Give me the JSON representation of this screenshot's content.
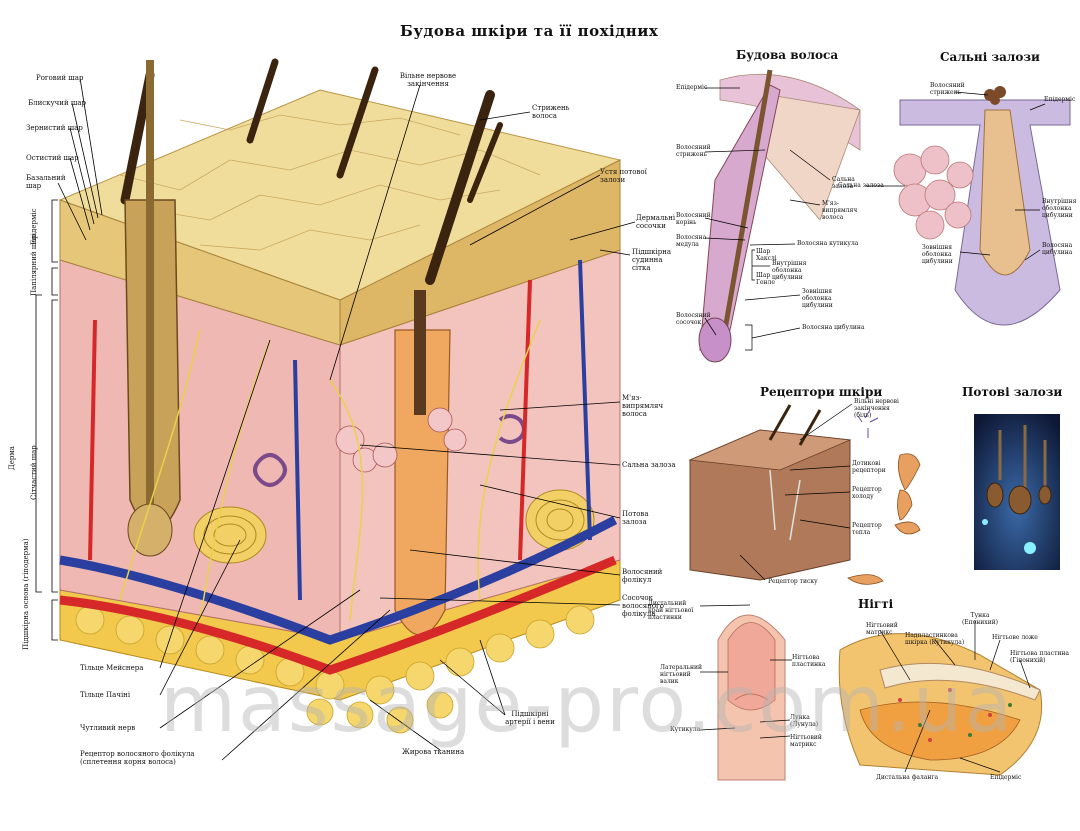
{
  "title": "Будова шкіри та її похідних",
  "sections": {
    "hair": "Будова волоса",
    "sebaceous": "Сальні залози",
    "receptors": "Рецептори шкіри",
    "sweat": "Потові залози",
    "nails": "Нігті"
  },
  "main_labels": [
    "Роговий шар",
    "Блискучий шар",
    "Зернистий шар",
    "Остистий шар",
    "Базальний шар",
    "Вільне нервове закінчення",
    "Стрижень волоса",
    "Устя потової залози",
    "Дермальні сосочки",
    "Підшкірна судинна сітка",
    "М'яз-випрямляч волоса",
    "Сальна залоза",
    "Потова залоза",
    "Волосяний фолікул",
    "Сосочок волосяного фолікула",
    "Тільце Мейснера",
    "Тільце Пачіні",
    "Чутливий нерв",
    "Рецептор волосяного фолікула (сплетення корня волоса)",
    "Підшкірні артерії і вени",
    "Жирова тканина"
  ],
  "side_labels": [
    "Епідерміс",
    "Папілярний шар",
    "Дерма",
    "Сітчастий шар",
    "Підшкірна основа (гіподерма)"
  ],
  "hair_labels": [
    "Епідерміс",
    "Волосяний стрижень",
    "Сальна залоза",
    "М'яз-випрямляч волоса",
    "Волосяний корінь",
    "Волосяна кутикула",
    "Волосяна медула",
    "Шар Хакслі",
    "Внутрішня оболонка цибулини",
    "Шар Генле",
    "Зовнішня оболонка цибулини",
    "Волосяний сосочок",
    "Волосяна цибулина"
  ],
  "sebaceous_labels": [
    "Волосяний стрижень",
    "Епідерміс",
    "Сальна залоза",
    "Внутрішня оболонка цибулини",
    "Зовнішня оболонка цибулини",
    "Волосяна цибулина"
  ],
  "receptor_labels": [
    "Вільні нервові закінчення (біль)",
    "Дотикові рецептори",
    "Рецептор холоду",
    "Рецептор тепла",
    "Рецептор тиску"
  ],
  "nail_labels": [
    "Дистальний край нігтьової пластинки",
    "Нігтьова пластинка",
    "Латеральний нігтьовий валик",
    "Кутикула",
    "Лунка (Лунула)",
    "Нігтьовий матрикс",
    "Тунка (Епонихий)",
    "Нігтьовий матрикс",
    "Надпластинкова шкірка (Кутикула)",
    "Нігтьове ложе",
    "Нігтьова пластина (Гіпонихій)",
    "Дистальна фаланга",
    "Епідерміс"
  ],
  "watermark": "massage-pro.com.ua",
  "colors": {
    "epidermis": "#e6c77a",
    "dermis": "#efb8b3",
    "fat": "#f2c94c",
    "artery": "#d62828",
    "vein": "#2b3fa0",
    "hair": "#5a3a1e",
    "nerve": "#e8d24a",
    "sweat_bg": "#1b2a56"
  }
}
